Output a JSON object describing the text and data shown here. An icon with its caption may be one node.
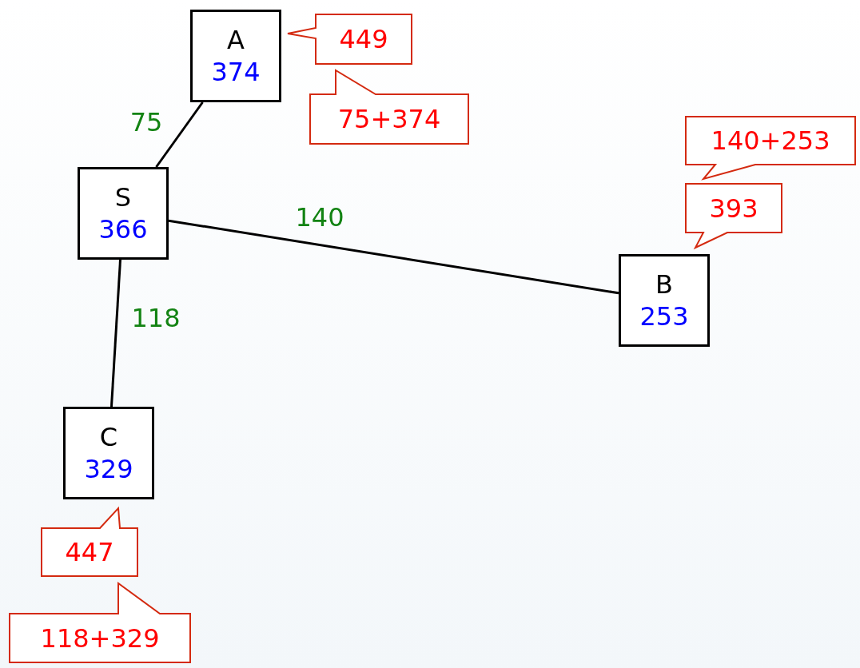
{
  "diagram": {
    "nodes": [
      {
        "text": [
          "A",
          "374"
        ]
      },
      {
        "text": [
          "S",
          "366"
        ]
      },
      {
        "text": [
          "B",
          "253"
        ]
      },
      {
        "text": [
          "C",
          "329"
        ]
      },
      {
        "text": [
          "449"
        ]
      },
      {
        "text": [
          "75+374"
        ]
      },
      {
        "text": [
          "140+253"
        ]
      },
      {
        "text": [
          "393"
        ]
      },
      {
        "text": [
          "447"
        ]
      },
      {
        "text": [
          "118+329"
        ]
      }
    ],
    "edges": [
      {
        "from": 1,
        "to": 0,
        "arrow": "none",
        "label": "75"
      },
      {
        "from": 1,
        "to": 2,
        "arrow": "none",
        "label": "140"
      },
      {
        "from": 1,
        "to": 3,
        "arrow": "none",
        "label": "118"
      }
    ]
  }
}
